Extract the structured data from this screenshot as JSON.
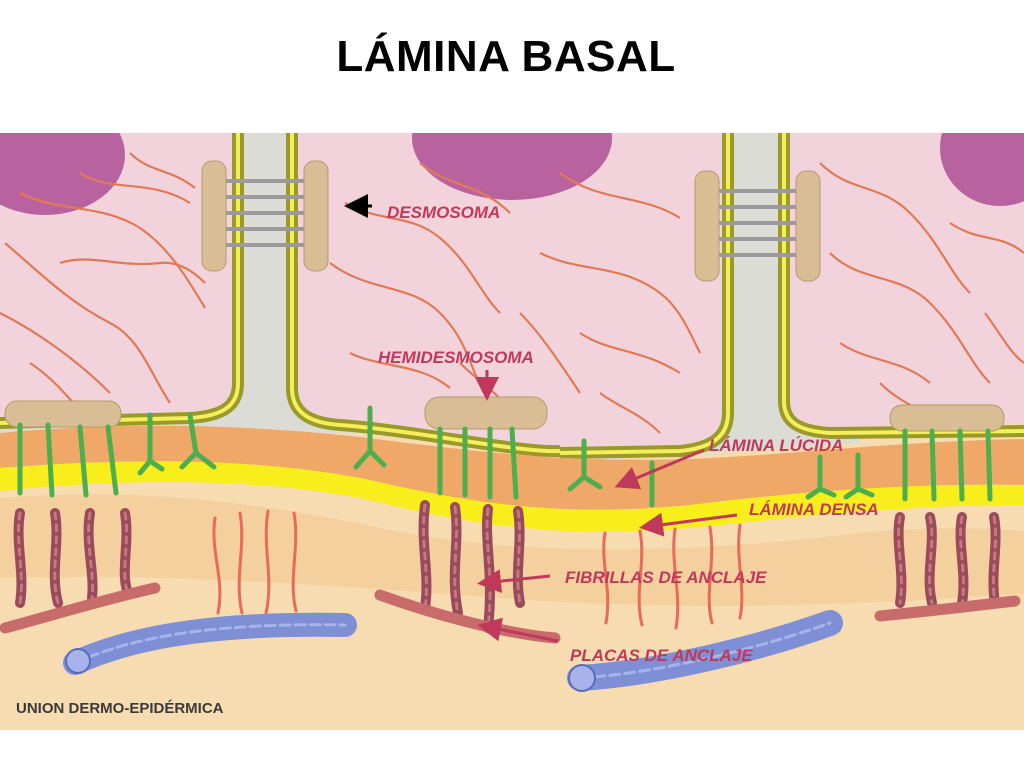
{
  "title": "LÁMINA BASAL",
  "labels": {
    "desmosoma": "DESMOSOMA",
    "hemidesmosoma": "HEMIDESMOSOMA",
    "lamina_lucida": "LÁMINA LÚCIDA",
    "lamina_densa": "LÁMINA DENSA",
    "fibrillas": "FIBRILLAS DE ANCLAJE",
    "placas": "PLACAS DE ANCLAJE"
  },
  "caption": "UNION DERMO-EPIDÉRMICA",
  "colors": {
    "epidermis": "#f2d3dc",
    "nucleus": "#b8639f",
    "membrane_outer": "#9a9a2a",
    "membrane_inner": "#f4ef5a",
    "intercellular_gap": "#dcdcd6",
    "keratin_filaments": "#e07a55",
    "plaque": "#d9be95",
    "anchoring_filaments": "#4cae4c",
    "lamina_lucida": "#f0a869",
    "lamina_densa": "#f7ee1c",
    "dermis": "#f6dcb0",
    "anchoring_fibrils": "#9a4a5a",
    "collagen": "#7e8fd6",
    "arrows": "#c0395a"
  }
}
